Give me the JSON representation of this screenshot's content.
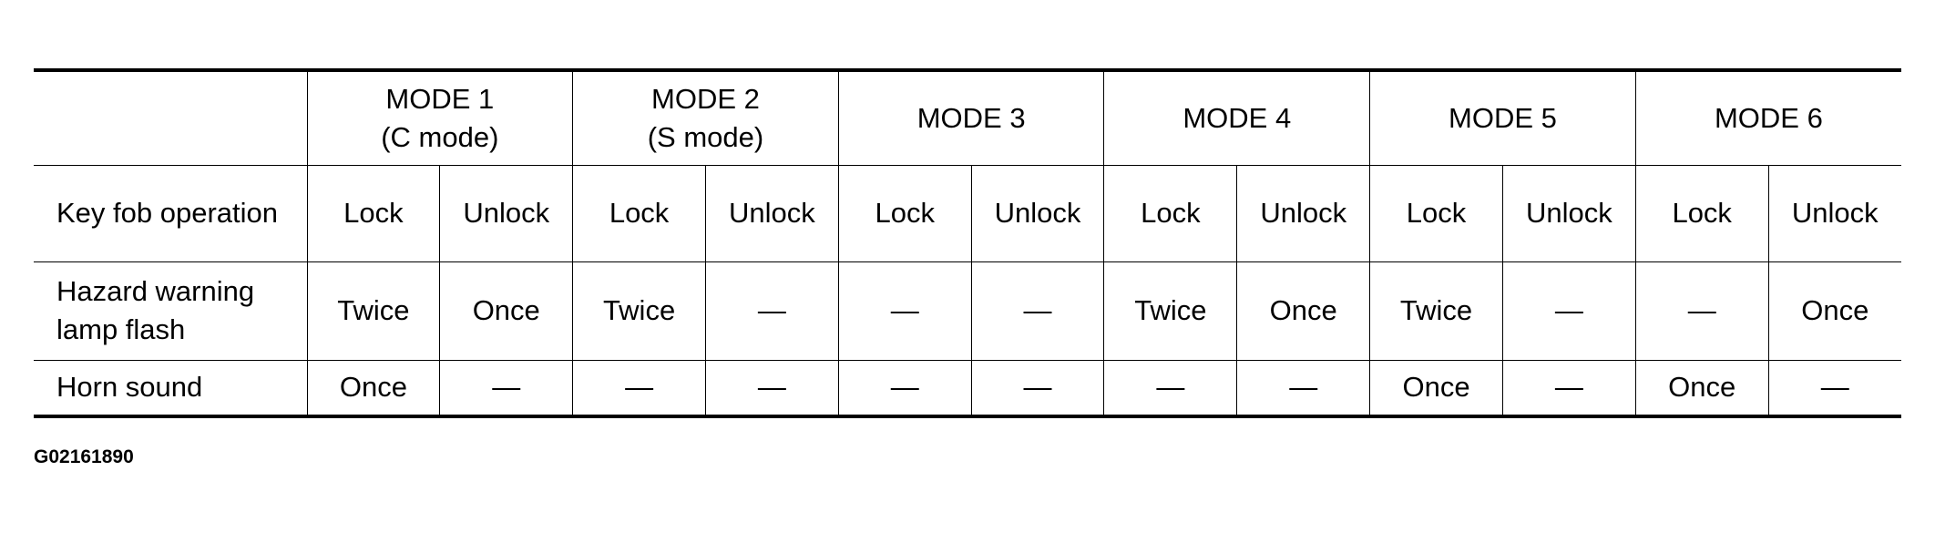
{
  "table": {
    "modes": [
      {
        "title": "MODE 1",
        "subtitle": "(C mode)"
      },
      {
        "title": "MODE 2",
        "subtitle": "(S mode)"
      },
      {
        "title": "MODE 3",
        "subtitle": ""
      },
      {
        "title": "MODE 4",
        "subtitle": ""
      },
      {
        "title": "MODE 5",
        "subtitle": ""
      },
      {
        "title": "MODE 6",
        "subtitle": ""
      }
    ],
    "rows": [
      {
        "label": "Key fob operation",
        "cells": [
          "Lock",
          "Unlock",
          "Lock",
          "Unlock",
          "Lock",
          "Unlock",
          "Lock",
          "Unlock",
          "Lock",
          "Unlock",
          "Lock",
          "Unlock"
        ]
      },
      {
        "label": "Hazard warning lamp flash",
        "cells": [
          "Twice",
          "Once",
          "Twice",
          "—",
          "—",
          "—",
          "Twice",
          "Once",
          "Twice",
          "—",
          "—",
          "Once"
        ]
      },
      {
        "label": "Horn sound",
        "cells": [
          "Once",
          "—",
          "—",
          "—",
          "—",
          "—",
          "—",
          "—",
          "Once",
          "—",
          "Once",
          "—"
        ]
      }
    ]
  },
  "figure_id": "G02161890"
}
